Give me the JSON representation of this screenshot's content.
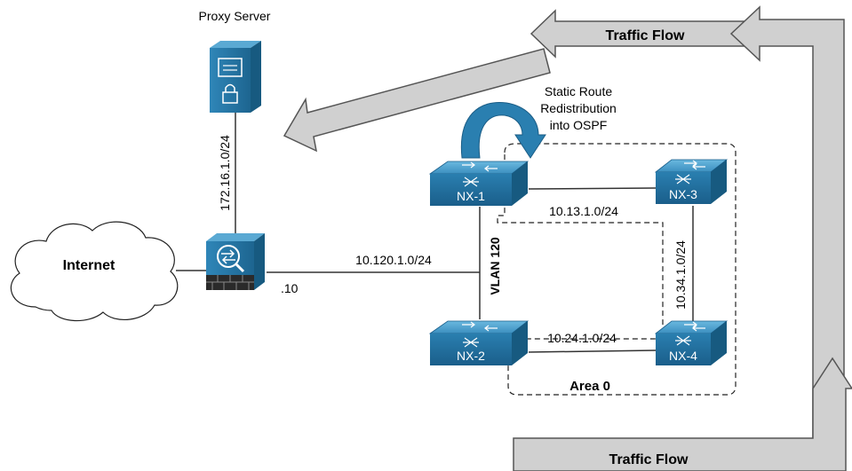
{
  "labels": {
    "proxy_server": "Proxy Server",
    "internet": "Internet",
    "traffic_flow_top": "Traffic Flow",
    "traffic_flow_bottom": "Traffic Flow",
    "static_route_line1": "Static Route",
    "static_route_line2": "Redistribution",
    "static_route_line3": "into OSPF",
    "area": "Area 0",
    "vlan": "VLAN 120",
    "firewall_ip": ".10"
  },
  "subnets": {
    "proxy_link": "172.16.1.0/24",
    "internet_to_core": "10.120.1.0/24",
    "nx1_nx3": "10.13.1.0/24",
    "nx3_nx4": "10.34.1.0/24",
    "nx2_nx4": "10.24.1.0/24"
  },
  "devices": {
    "nx1": "NX-1",
    "nx2": "NX-2",
    "nx3": "NX-3",
    "nx4": "NX-4"
  },
  "colors": {
    "device_blue": "#1f6f9e",
    "device_light": "#4aa3cf",
    "arrow_fill": "#d0d0d0",
    "arrow_stroke": "#555555",
    "line": "#333333"
  },
  "icons": {
    "proxy": "server-lock-icon",
    "firewall": "firewall-icon",
    "internet": "cloud-icon",
    "switch": "nexus-switch-icon"
  }
}
